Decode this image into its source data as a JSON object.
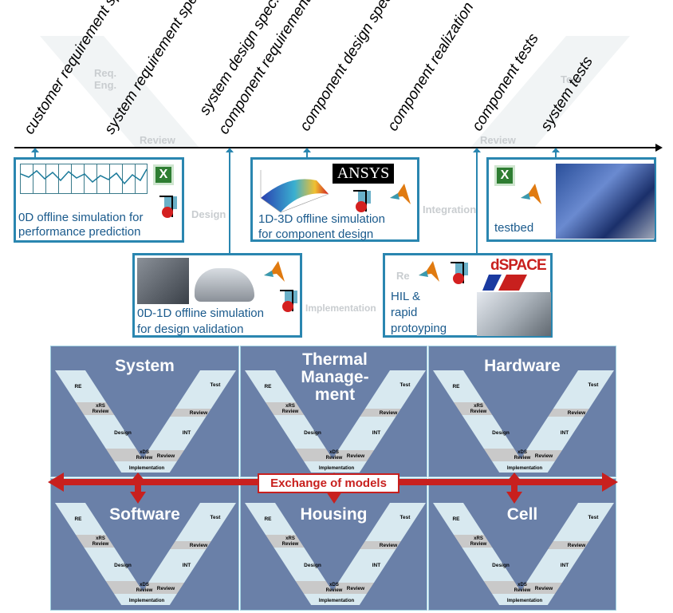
{
  "timeline": {
    "milestones": [
      "customer requirement spec.",
      "system requirement spec.",
      "system design spec./",
      "component requirement spec.",
      "component design spec.",
      "component realization",
      "component tests",
      "system tests"
    ]
  },
  "watermark": {
    "req_eng": "Req. Eng.",
    "review_left": "Review",
    "review_right": "Review",
    "design": "Design",
    "integration": "Integration",
    "implementation": "Implementation",
    "review_mid": "Re",
    "test": "Test"
  },
  "tools": {
    "box1": {
      "line1": "0D offline simulation for",
      "line2": "performance prediction",
      "icons": [
        "plot-image",
        "excel-icon",
        "simulation-tool-icon"
      ]
    },
    "box2": {
      "line1": "1D-3D offline simulation",
      "line2": "for component design",
      "logo": "ANSYS",
      "icons": [
        "surface-plot-image",
        "simulation-tool-icon",
        "matlab-icon"
      ]
    },
    "box3": {
      "line1": "testbed",
      "icons": [
        "excel-icon",
        "matlab-icon",
        "testbed-photo"
      ]
    },
    "box4": {
      "line1": "0D-1D offline simulation",
      "line2": "for design validation",
      "icons": [
        "battery-housing-image",
        "car-image",
        "matlab-icon",
        "simulation-tool-icon"
      ]
    },
    "box5": {
      "line1": "HIL &",
      "line2": "rapid",
      "line3": "protoyping",
      "logo": "dSPACE",
      "icons": [
        "matlab-icon",
        "simulation-tool-icon",
        "control-unit-image"
      ]
    }
  },
  "vmodel_labels": {
    "re": "RE",
    "xrs": "xRS",
    "review": "Review",
    "design": "Design",
    "xds": "xDS",
    "implementation": "Implementation",
    "test": "Test",
    "int": "INT"
  },
  "panels": [
    {
      "title": "System"
    },
    {
      "title": "Thermal Manage-ment"
    },
    {
      "title": "Hardware"
    },
    {
      "title": "Software"
    },
    {
      "title": "Housing"
    },
    {
      "title": "Cell"
    }
  ],
  "exchange_label": "Exchange of models",
  "colors": {
    "border": "#2a86b0",
    "panel": "#6a80a8",
    "arm": "#d8e9f0",
    "review": "#c9c9c9",
    "arrow": "#c8201e"
  }
}
